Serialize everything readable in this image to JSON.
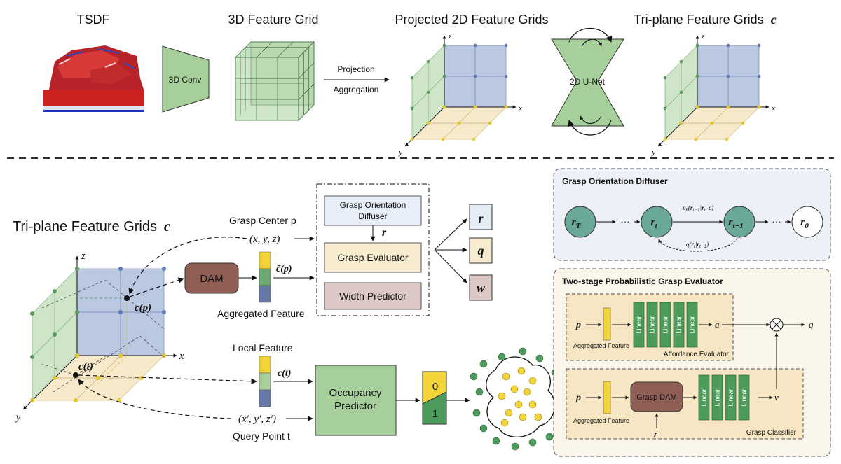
{
  "top": {
    "tsdf_title": "TSDF",
    "conv_label": "3D Conv",
    "grid3d_title": "3D Feature Grid",
    "projection_label": "Projection",
    "aggregation_label": "Aggregation",
    "proj2d_title": "Projected 2D Feature Grids",
    "unet_label": "2D U-Net",
    "triplane_title": "Tri-plane Feature Grids",
    "triplane_symbol": "c",
    "axis_x": "x",
    "axis_y": "y",
    "axis_z": "z"
  },
  "bottom": {
    "triplane_title": "Tri-plane Feature Grids",
    "triplane_symbol": "c",
    "axis_x": "x",
    "axis_y": "y",
    "axis_z": "z",
    "point_cp": "c(p)",
    "point_ct": "c(t)",
    "grasp_center_label": "Grasp Center p",
    "grasp_center_coords": "(x, y, z)",
    "dam_label": "DAM",
    "aggregated_feature_symbol": "c̃(p)",
    "aggregated_feature_label": "Aggregated Feature",
    "god_label_line1": "Grasp Orientation",
    "god_label_line2": "Diffuser",
    "r_symbol": "r",
    "grasp_evaluator_label": "Grasp Evaluator",
    "width_predictor_label": "Width Predictor",
    "out_r": "r",
    "out_q": "q",
    "out_w": "w",
    "local_feature_label": "Local Feature",
    "local_feature_symbol": "c(t)",
    "query_coords": "(x′, y′, z′)",
    "query_point_label": "Query Point t",
    "occupancy_line1": "Occupancy",
    "occupancy_line2": "Predictor",
    "occ_zero": "0",
    "occ_one": "1"
  },
  "diffuser_panel": {
    "title": "Grasp Orientation Diffuser",
    "nodes": [
      "r_T",
      "r_t",
      "r_t−1",
      "r_0"
    ],
    "ellipsis": "···",
    "forward_label": "p_θ(r_t−1 | r_t, c)",
    "reverse_label": "q(r_t | r_t−1)"
  },
  "evaluator_panel": {
    "title": "Two-stage Probabilistic Grasp Evaluator",
    "affordance_title": "Affordance Evaluator",
    "classifier_title": "Grasp Classifier",
    "p_symbol": "p",
    "aggregated_feature_label": "Aggregated Feature",
    "linear_label": "Linear",
    "a_symbol": "a",
    "v_symbol": "v",
    "q_symbol": "q",
    "r_symbol": "r",
    "grasp_dam_label": "Grasp DAM"
  },
  "colors": {
    "green": "#a6cf9c",
    "dark_green": "#4d9b5b",
    "blue": "#9eb0d6",
    "yellow": "#f2d43a",
    "tan": "#f6e9c8",
    "brown": "#8f5f55",
    "teal": "#6aa898",
    "panel_blue": "#eef0f8",
    "panel_tan": "#fbf6ea"
  }
}
